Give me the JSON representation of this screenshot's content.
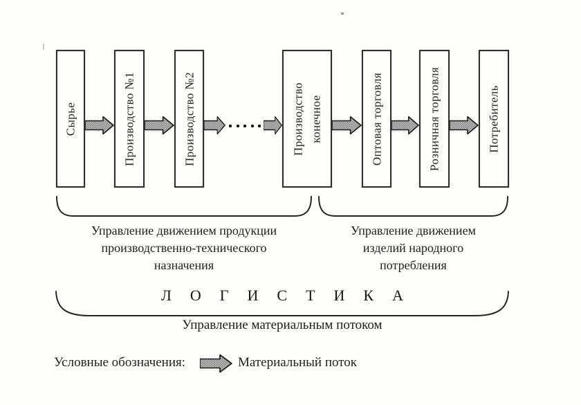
{
  "flow": {
    "boxes": [
      {
        "label": "Сырье"
      },
      {
        "label": "Производство №1"
      },
      {
        "label": "Производство №2"
      },
      {
        "label": "Производство\nконечное"
      },
      {
        "label": "Оптовая торговля"
      },
      {
        "label": "Розничная торговля"
      },
      {
        "label": "Потребитель"
      }
    ]
  },
  "groups": {
    "industrial": "Управление движением продукции\nпроизводственно-технического\nназначения",
    "consumer_goods": "Управление движением\nизделий народного\nпотребления"
  },
  "logistics": {
    "title": "ЛОГИСТИКА",
    "subtitle": "Управление материальным потоком"
  },
  "legend": {
    "title": "Условные обозначения:",
    "material_flow_label": "Материальный поток"
  },
  "colors": {
    "ink": "#1f1f1f",
    "arrow_outline": "#1a1a1a",
    "arrow_fill_light": "#cfcfcf",
    "arrow_fill_dark": "#767676"
  }
}
